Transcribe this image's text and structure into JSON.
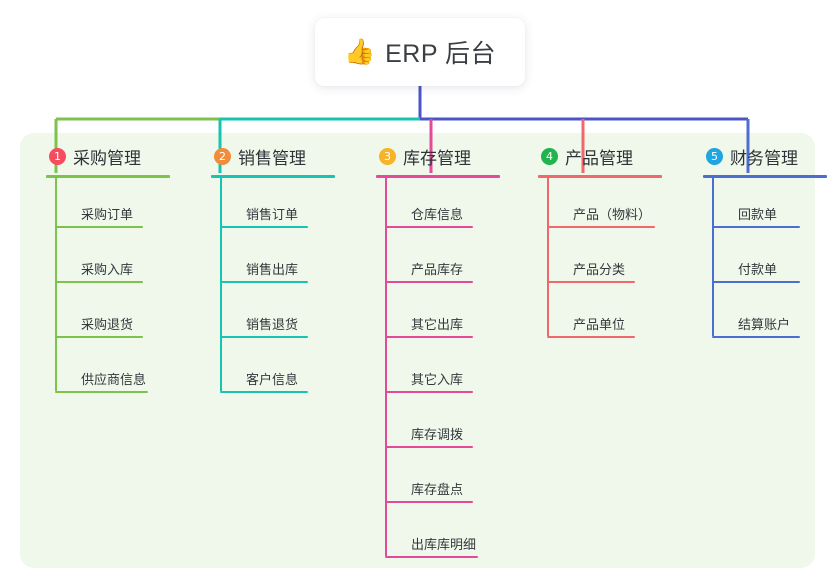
{
  "root": {
    "icon": "thumbs-up-icon",
    "emoji": "👍",
    "title": "ERP 后台"
  },
  "colors": {
    "panel_background": "#EFF8EA",
    "root_card_background": "#FFFFFF",
    "branch_1": "#7CC24B",
    "branch_2": "#17C3B2",
    "branch_3": "#E5499A",
    "branch_4": "#F2676B",
    "branch_5": "#4C6FCF",
    "root_connector": "#4C54C8",
    "badge_1": "#F64C5E",
    "badge_2": "#F08C3A",
    "badge_3": "#F5B429",
    "badge_4": "#22B44C",
    "badge_5": "#1FA5E0",
    "text": "#33383D"
  },
  "branches": [
    {
      "number": "1",
      "title": "采购管理",
      "color": "#7CC24B",
      "badge_color": "#F64C5E",
      "items": [
        {
          "label": "采购订单"
        },
        {
          "label": "采购入库"
        },
        {
          "label": "采购退货"
        },
        {
          "label": "供应商信息"
        }
      ]
    },
    {
      "number": "2",
      "title": "销售管理",
      "color": "#17C3B2",
      "badge_color": "#F08C3A",
      "items": [
        {
          "label": "销售订单"
        },
        {
          "label": "销售出库"
        },
        {
          "label": "销售退货"
        },
        {
          "label": "客户信息"
        }
      ]
    },
    {
      "number": "3",
      "title": "库存管理",
      "color": "#E5499A",
      "badge_color": "#F5B429",
      "items": [
        {
          "label": "仓库信息"
        },
        {
          "label": "产品库存"
        },
        {
          "label": "其它出库"
        },
        {
          "label": "其它入库"
        },
        {
          "label": "库存调拨"
        },
        {
          "label": "库存盘点"
        },
        {
          "label": "出库库明细"
        }
      ]
    },
    {
      "number": "4",
      "title": "产品管理",
      "color": "#F2676B",
      "badge_color": "#22B44C",
      "items": [
        {
          "label": "产品（物料）"
        },
        {
          "label": "产品分类"
        },
        {
          "label": "产品单位"
        }
      ]
    },
    {
      "number": "5",
      "title": "财务管理",
      "color": "#4C6FCF",
      "badge_color": "#1FA5E0",
      "items": [
        {
          "label": "回款单"
        },
        {
          "label": "付款单"
        },
        {
          "label": "结算账户"
        }
      ]
    }
  ]
}
